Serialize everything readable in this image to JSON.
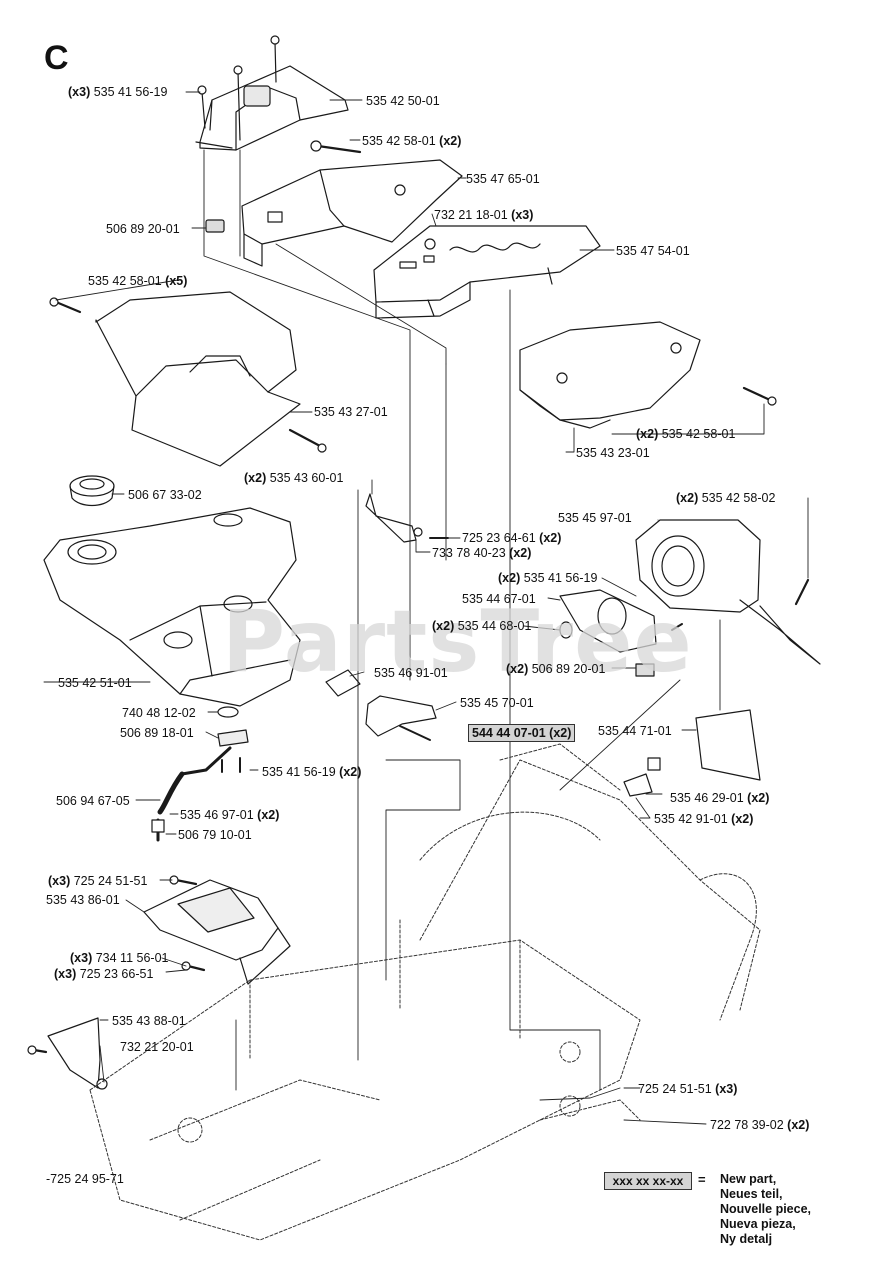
{
  "section_letter": "C",
  "watermark": "PartsTree",
  "labels": [
    {
      "id": "l01",
      "qty": "(x3)",
      "num": "535 41 56-19",
      "qty_after": ""
    },
    {
      "id": "l02",
      "qty": "",
      "num": "535 42 50-01",
      "qty_after": ""
    },
    {
      "id": "l03",
      "qty": "",
      "num": "535 42 58-01",
      "qty_after": "(x2)"
    },
    {
      "id": "l04",
      "qty": "",
      "num": "535 47 65-01",
      "qty_after": ""
    },
    {
      "id": "l05",
      "qty": "",
      "num": "506 89 20-01",
      "qty_after": ""
    },
    {
      "id": "l06",
      "qty": "",
      "num": "732 21 18-01",
      "qty_after": "(x3)"
    },
    {
      "id": "l07",
      "qty": "",
      "num": "535 47 54-01",
      "qty_after": ""
    },
    {
      "id": "l08",
      "qty": "",
      "num": "535 42 58-01",
      "qty_after": "(x5)"
    },
    {
      "id": "l09",
      "qty": "",
      "num": "535 43 27-01",
      "qty_after": ""
    },
    {
      "id": "l10",
      "qty": "(x2)",
      "num": "535 42 58-01",
      "qty_after": ""
    },
    {
      "id": "l11",
      "qty": "",
      "num": "535 43 23-01",
      "qty_after": ""
    },
    {
      "id": "l12",
      "qty": "(x2)",
      "num": "535 43 60-01",
      "qty_after": ""
    },
    {
      "id": "l13",
      "qty": "",
      "num": "506 67 33-02",
      "qty_after": ""
    },
    {
      "id": "l14",
      "qty": "",
      "num": "725 23 64-61",
      "qty_after": "(x2)"
    },
    {
      "id": "l15",
      "qty": "",
      "num": "733 78 40-23",
      "qty_after": "(x2)"
    },
    {
      "id": "l16",
      "qty": "(x2)",
      "num": "535 42 58-02",
      "qty_after": ""
    },
    {
      "id": "l17",
      "qty": "",
      "num": "535 45 97-01",
      "qty_after": ""
    },
    {
      "id": "l18",
      "qty": "(x2)",
      "num": "535 41 56-19",
      "qty_after": ""
    },
    {
      "id": "l19",
      "qty": "",
      "num": "535 44 67-01",
      "qty_after": ""
    },
    {
      "id": "l20",
      "qty": "(x2)",
      "num": "535 44 68-01",
      "qty_after": ""
    },
    {
      "id": "l21",
      "qty": "(x2)",
      "num": "506 89 20-01",
      "qty_after": ""
    },
    {
      "id": "l22",
      "qty": "",
      "num": "535 42 51-01",
      "qty_after": ""
    },
    {
      "id": "l23",
      "qty": "",
      "num": "535 46 91-01",
      "qty_after": ""
    },
    {
      "id": "l24",
      "qty": "",
      "num": "535 45 70-01",
      "qty_after": ""
    },
    {
      "id": "l25",
      "qty": "",
      "num": "740 48 12-02",
      "qty_after": ""
    },
    {
      "id": "l26",
      "qty": "",
      "num": "506 89 18-01",
      "qty_after": ""
    },
    {
      "id": "l27",
      "qty": "",
      "num": "535 41 56-19",
      "qty_after": "(x2)"
    },
    {
      "id": "l28",
      "qty": "",
      "num": "535 44 71-01",
      "qty_after": ""
    },
    {
      "id": "l29",
      "qty": "",
      "num": "506 94 67-05",
      "qty_after": ""
    },
    {
      "id": "l30",
      "qty": "",
      "num": "535 46 97-01",
      "qty_after": "(x2)"
    },
    {
      "id": "l31",
      "qty": "",
      "num": "506 79 10-01",
      "qty_after": ""
    },
    {
      "id": "l32",
      "qty": "",
      "num": "535 46 29-01",
      "qty_after": "(x2)"
    },
    {
      "id": "l33",
      "qty": "",
      "num": "535 42 91-01",
      "qty_after": "(x2)"
    },
    {
      "id": "l34",
      "qty": "(x3)",
      "num": "725 24 51-51",
      "qty_after": ""
    },
    {
      "id": "l35",
      "qty": "",
      "num": "535 43 86-01",
      "qty_after": ""
    },
    {
      "id": "l36",
      "qty": "(x3)",
      "num": "734 11 56-01",
      "qty_after": ""
    },
    {
      "id": "l37",
      "qty": "(x3)",
      "num": "725 23 66-51",
      "qty_after": ""
    },
    {
      "id": "l38",
      "qty": "",
      "num": "535 43 88-01",
      "qty_after": ""
    },
    {
      "id": "l39",
      "qty": "",
      "num": "732 21 20-01",
      "qty_after": ""
    },
    {
      "id": "l40",
      "qty": "",
      "num": "725 24 51-51",
      "qty_after": "(x3)"
    },
    {
      "id": "l41",
      "qty": "",
      "num": "722 78 39-02",
      "qty_after": "(x2)"
    },
    {
      "id": "l42",
      "qty": "",
      "num": "-725 24 95-71",
      "qty_after": ""
    }
  ],
  "highlighted_label": {
    "num": "544 44 07-01",
    "qty_after": "(x2)"
  },
  "legend": {
    "box_text": "xxx xx xx-xx",
    "equals": "=",
    "lines": [
      "New part,",
      "Neues teil,",
      "Nouvelle piece,",
      "Nueva pieza,",
      "Ny detalj"
    ]
  }
}
